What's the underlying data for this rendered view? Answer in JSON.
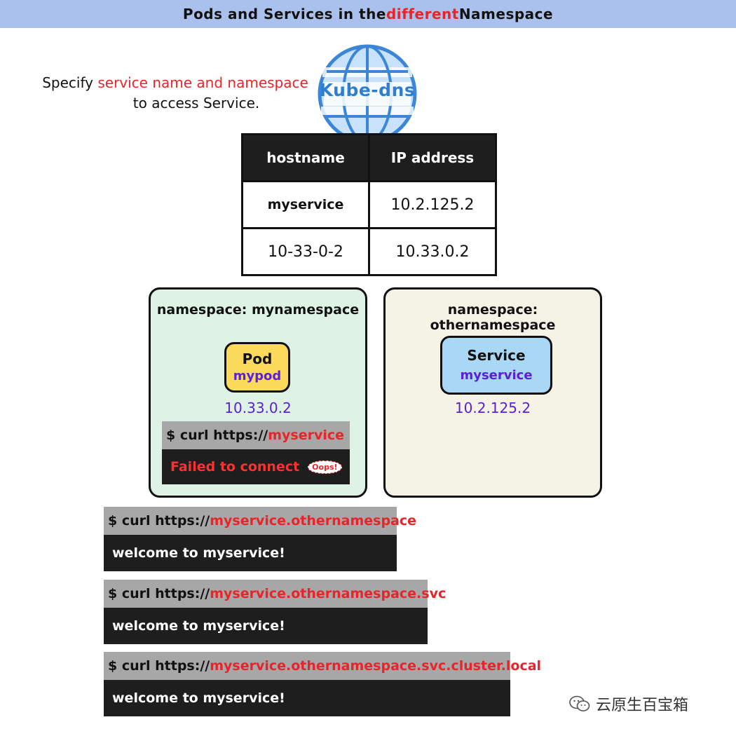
{
  "title": {
    "part1": "Pods and Services in the ",
    "highlight": "different",
    "part2": " Namespace"
  },
  "intro": {
    "line1_prefix": "Specify ",
    "line1_highlight": "service name and namespace",
    "line2": "to access  Service."
  },
  "globe": {
    "label": "Kube-dns"
  },
  "dns_table": {
    "headers": [
      "hostname",
      "IP address"
    ],
    "rows": [
      [
        "myservice",
        "10.2.125.2"
      ],
      [
        "10-33-0-2",
        "10.33.0.2"
      ]
    ]
  },
  "ns_left": {
    "label": "namespace: mynamespace",
    "pod_title": "Pod",
    "pod_name": "mypod",
    "ip": "10.33.0.2",
    "cmd_prefix": "$ curl https://",
    "cmd_target": "myservice",
    "output": "Failed to connect",
    "badge": "Oops!"
  },
  "ns_right": {
    "label": "namespace: othernamespace",
    "svc_title": "Service",
    "svc_name": "myservice",
    "ip": "10.2.125.2"
  },
  "terminals": [
    {
      "prefix": "$ curl https://",
      "target": "myservice.othernamespace",
      "output": "welcome to myservice!"
    },
    {
      "prefix": "$ curl https://",
      "target": "myservice.othernamespace.svc",
      "output": "welcome to myservice!"
    },
    {
      "prefix": "$ curl https://",
      "target": "myservice.othernamespace.svc.cluster.local",
      "output": "welcome to myservice!"
    }
  ],
  "watermark": {
    "text": "云原生百宝箱",
    "icon": "wechat-icon"
  },
  "colors": {
    "title_bg": "#a9c1ec",
    "highlight_red": "#e8242a",
    "ip_purple": "#5a20d8",
    "pod_yellow": "#fbd95a",
    "service_blue": "#a9d8f7",
    "ns_left_bg": "#def3e6",
    "ns_right_bg": "#f5f2e6",
    "globe_blue": "#3b86d6"
  }
}
